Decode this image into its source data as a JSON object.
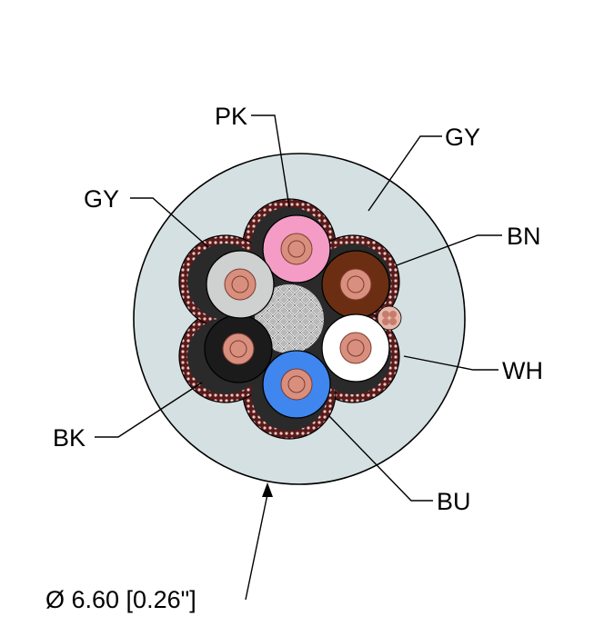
{
  "labels": {
    "pk": "PK",
    "gy_jacket": "GY",
    "gy_core": "GY",
    "bn": "BN",
    "wh": "WH",
    "bk": "BK",
    "bu": "BU",
    "diameter": "Ø 6.60 [0.26\"]"
  },
  "colors": {
    "jacket": "#d5e0e2",
    "pink": "#f49cc6",
    "grey": "#cfd0d0",
    "brown": "#6b2e12",
    "white": "#ffffff",
    "black": "#1b1b1b",
    "blue": "#3f86ee",
    "copper": "#d98f7e",
    "shield": "#6a2121"
  }
}
